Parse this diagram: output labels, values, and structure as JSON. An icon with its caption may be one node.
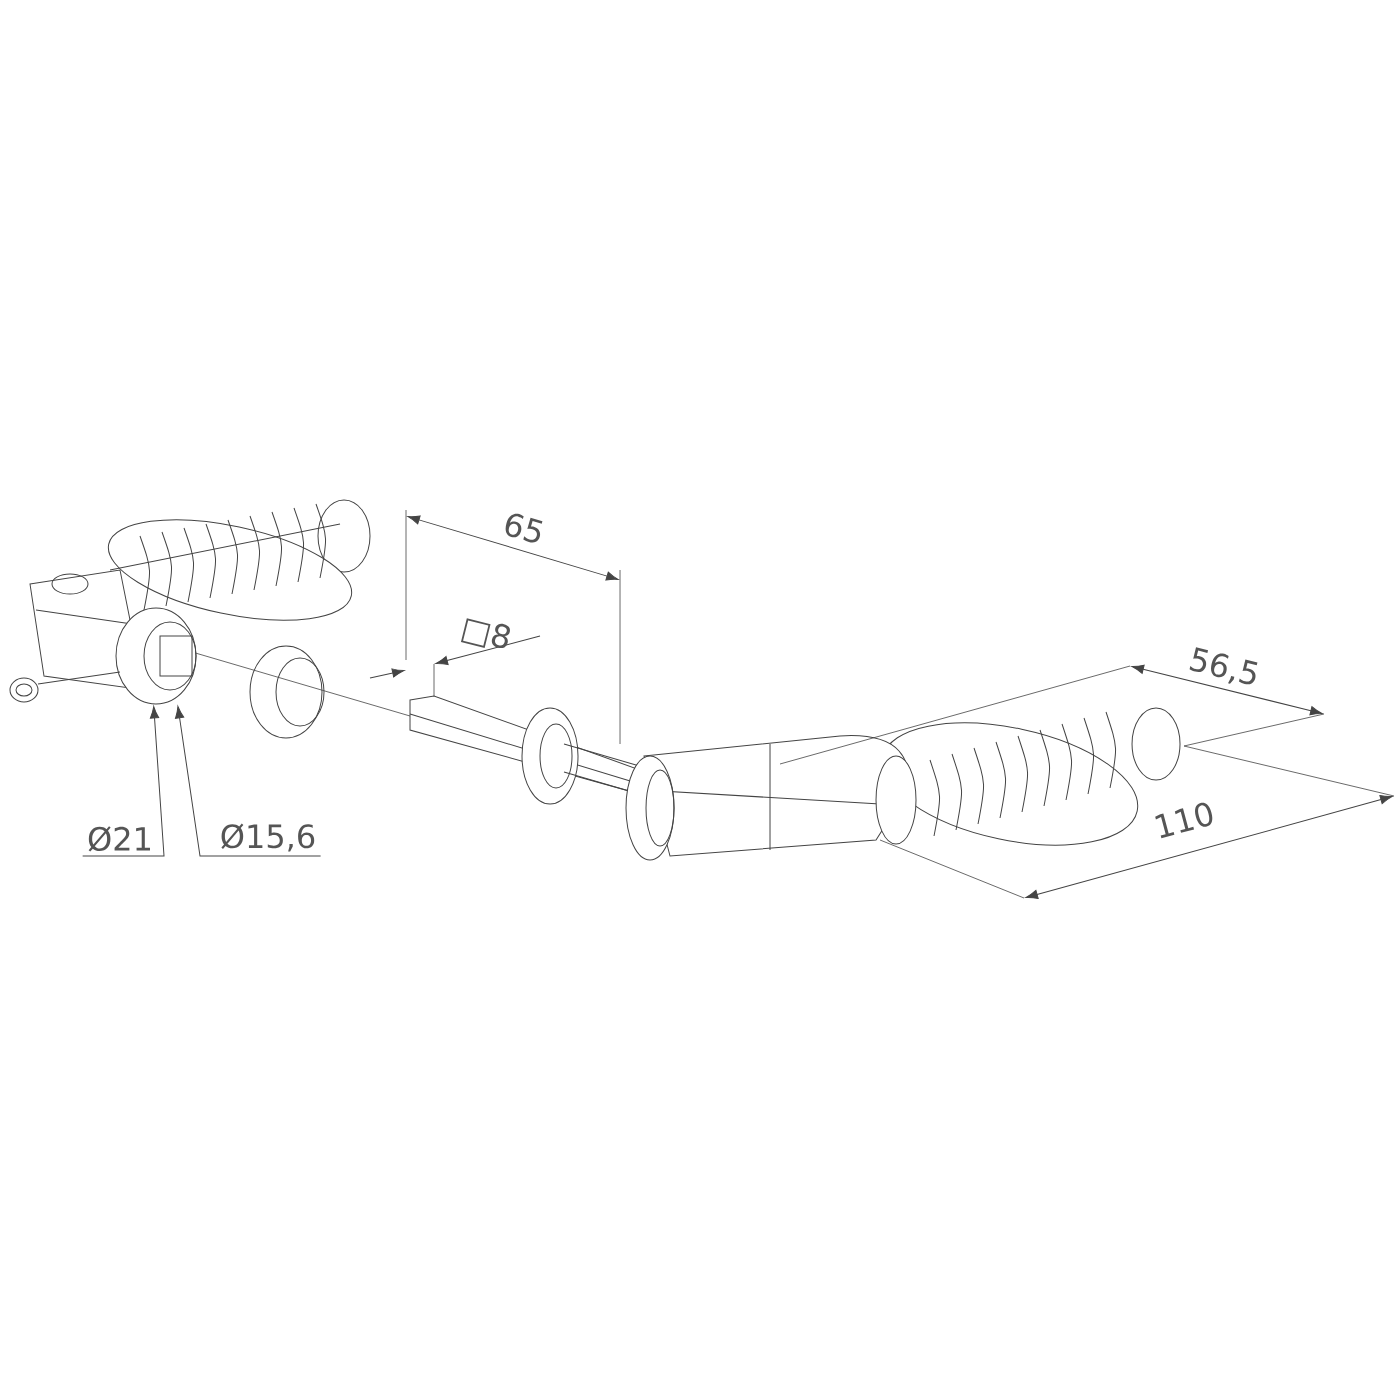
{
  "diagram": {
    "nodes": [
      {
        "text": [
          "Ø21"
        ]
      },
      {
        "text": [
          "Ø15,6"
        ]
      },
      {
        "text": [],
        "shape": "picture"
      }
    ],
    "edges": [
      {
        "from": 0,
        "to": 2,
        "arrow": "to"
      },
      {
        "from": 1,
        "to": 2,
        "arrow": "to"
      }
    ],
    "labels": [
      "65",
      "□8",
      "56,5",
      "110"
    ]
  }
}
